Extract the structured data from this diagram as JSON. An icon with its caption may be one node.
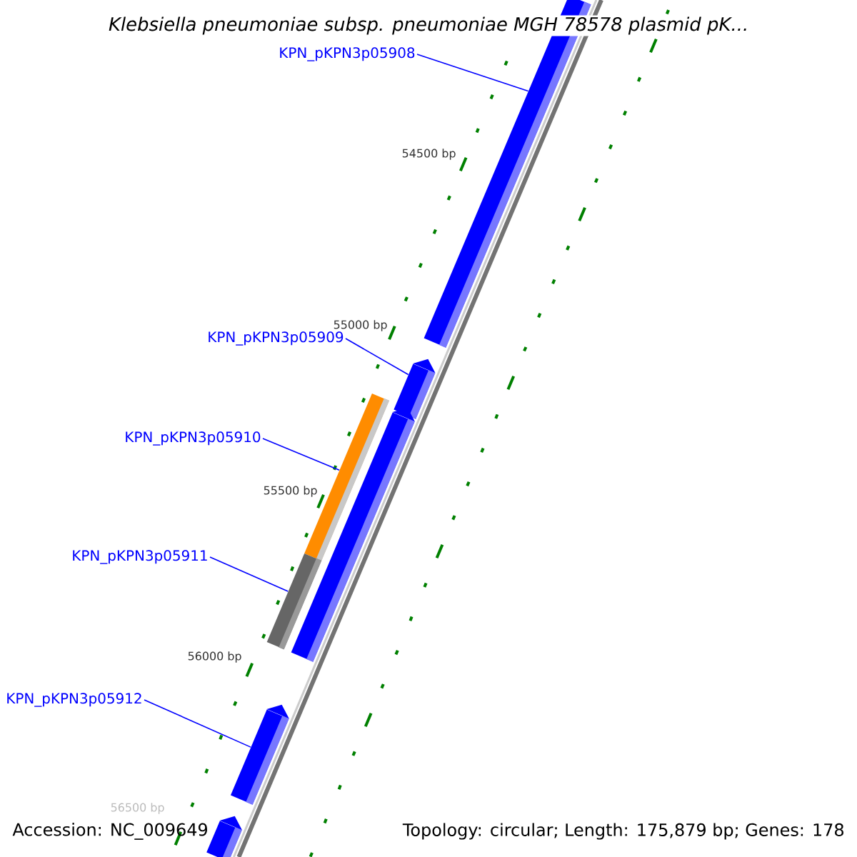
{
  "diagram": {
    "title": "Klebsiella pneumoniae subsp. pneumoniae MGH 78578 plasmid pK...",
    "nodes": [
      {
        "text": [
          "KPN_pKPN3p05908"
        ]
      },
      {
        "text": [
          "KPN_pKPN3p05909"
        ]
      },
      {
        "text": [
          "KPN_pKPN3p05910"
        ]
      },
      {
        "text": [
          "KPN_pKPN3p05911"
        ]
      },
      {
        "text": [
          "KPN_pKPN3p05912"
        ]
      },
      {
        "text": [],
        "shape": "bar"
      },
      {
        "text": [],
        "shape": "bar"
      },
      {
        "text": [],
        "shape": "bar"
      },
      {
        "text": [],
        "shape": "bar"
      },
      {
        "text": [],
        "shape": "bar"
      },
      {
        "text": [],
        "shape": "bar"
      },
      {
        "text": [],
        "shape": "bar"
      }
    ],
    "edges": [
      {
        "from": 0,
        "to": 5,
        "arrow": "none"
      },
      {
        "from": 1,
        "to": 6,
        "arrow": "none"
      },
      {
        "from": 2,
        "to": 7,
        "arrow": "none"
      },
      {
        "from": 3,
        "to": 9,
        "arrow": "none"
      },
      {
        "from": 4,
        "to": 10,
        "arrow": "none"
      }
    ],
    "labels": [
      "54500 bp",
      "55000 bp",
      "55500 bp",
      "56000 bp",
      "56500 bp",
      "Accession: NC_009649",
      "Topology: circular; Length: 175,879 bp; Genes: 178"
    ]
  }
}
